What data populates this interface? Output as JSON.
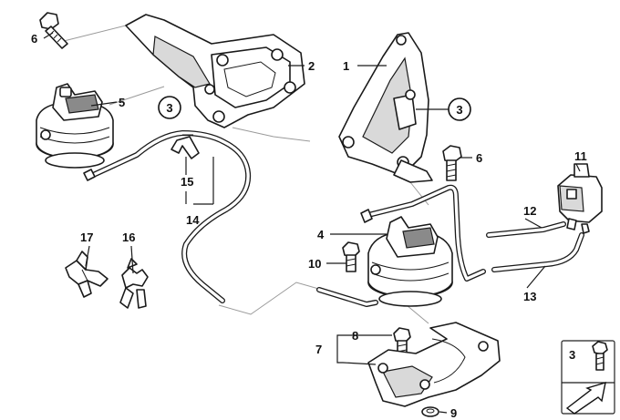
{
  "callouts": {
    "c1": "1",
    "c2": "2",
    "c3a": "3",
    "c3b": "3",
    "c4": "4",
    "c5": "5",
    "c6a": "6",
    "c6b": "6",
    "c7": "7",
    "c8": "8",
    "c9": "9",
    "c10": "10",
    "c11": "11",
    "c12": "12",
    "c13": "13",
    "c14": "14",
    "c15": "15",
    "c16": "16",
    "c17": "17",
    "legend": "3"
  }
}
